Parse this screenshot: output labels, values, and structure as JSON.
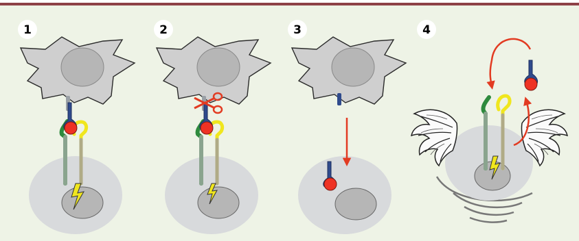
{
  "panels": [
    {
      "number": "1",
      "caption": ""
    },
    {
      "number": "2",
      "caption": ""
    },
    {
      "number": "3",
      "caption": ""
    },
    {
      "number": "4",
      "caption": ""
    }
  ],
  "colors": {
    "top_bar": "#8e4147",
    "background": "#eef3e6",
    "cell_fill": "#cfcfcf",
    "cell_stroke": "#2a2a2a",
    "nucleus": "#b6b6b6",
    "target_cell": "#d8dadc",
    "ligand": "#2f4a8c",
    "ball": "#ee3224",
    "receptor_green": "#2e8a3d",
    "receptor_yellow": "#f0e61e",
    "arrow_red": "#e23b22"
  },
  "icons": [
    "number-badge-icon",
    "scissors-icon",
    "lightning-bolt-icon",
    "wing-icon",
    "vibration-lines-icon",
    "arrow-icon"
  ]
}
